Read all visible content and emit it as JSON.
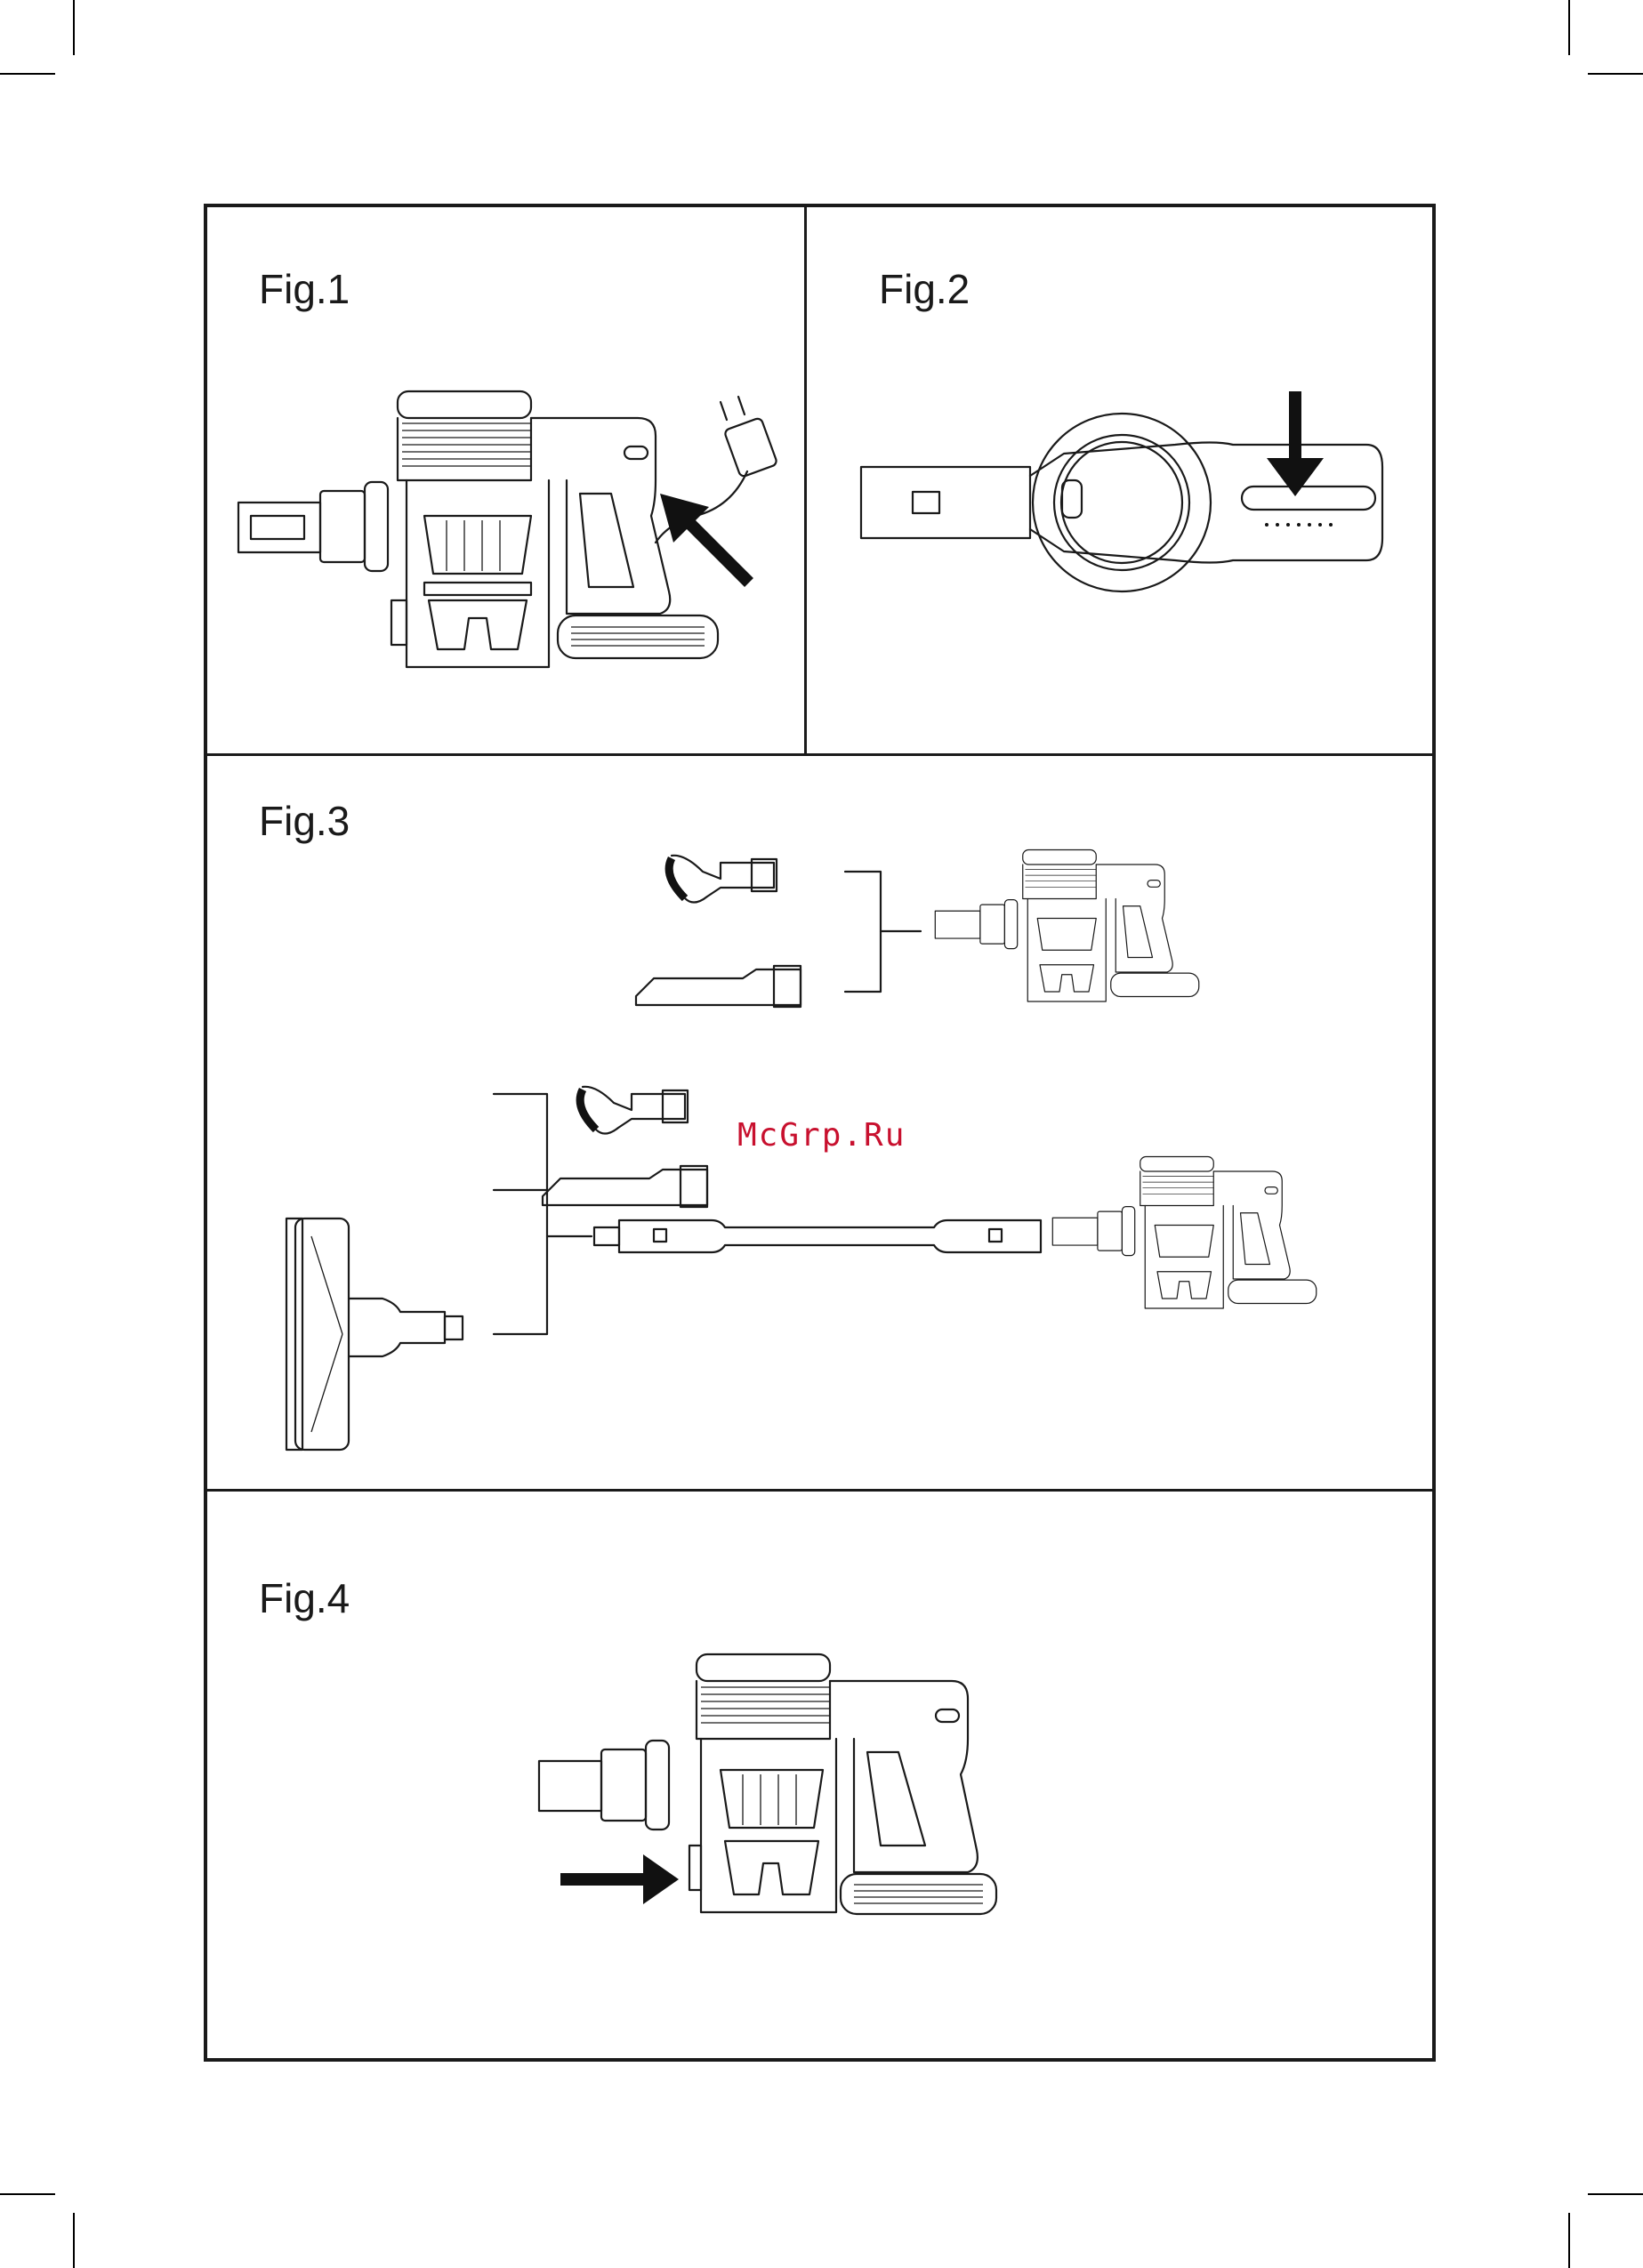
{
  "figures": {
    "fig1": {
      "label": "Fig.1"
    },
    "fig2": {
      "label": "Fig.2"
    },
    "fig3": {
      "label": "Fig.3"
    },
    "fig4": {
      "label": "Fig.4"
    }
  },
  "watermark": {
    "text": "McGrp.Ru",
    "color": "#c8102e"
  },
  "colors": {
    "line": "#1a1a1a",
    "background": "#ffffff"
  },
  "icons": [
    "vacuum-handheld-icon",
    "charger-plug-icon",
    "arrow-icon",
    "brush-nozzle-icon",
    "crevice-tool-icon",
    "floor-brush-icon",
    "extension-tube-icon"
  ]
}
